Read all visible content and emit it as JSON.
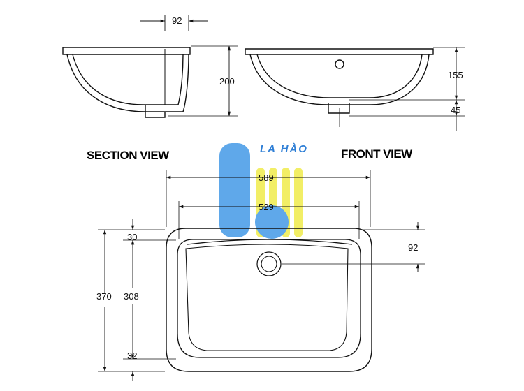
{
  "views": {
    "section": {
      "caption": "SECTION VIEW",
      "dims": {
        "overflow_offset": "92",
        "height": "200"
      }
    },
    "front": {
      "caption": "FRONT VIEW",
      "dims": {
        "bowl_height": "155",
        "waste_height": "45"
      }
    },
    "plan": {
      "dims": {
        "outer_width": "589",
        "inner_width": "529",
        "outer_depth": "370",
        "inner_depth": "308",
        "top_rim": "30",
        "bottom_rim": "32",
        "waste_offset": "92"
      }
    }
  },
  "watermark": {
    "brand": "LA HÀO",
    "colors": {
      "blue": "#5fa8ea",
      "yellow": "#f2ee66"
    }
  },
  "colors": {
    "line": "#111111"
  }
}
